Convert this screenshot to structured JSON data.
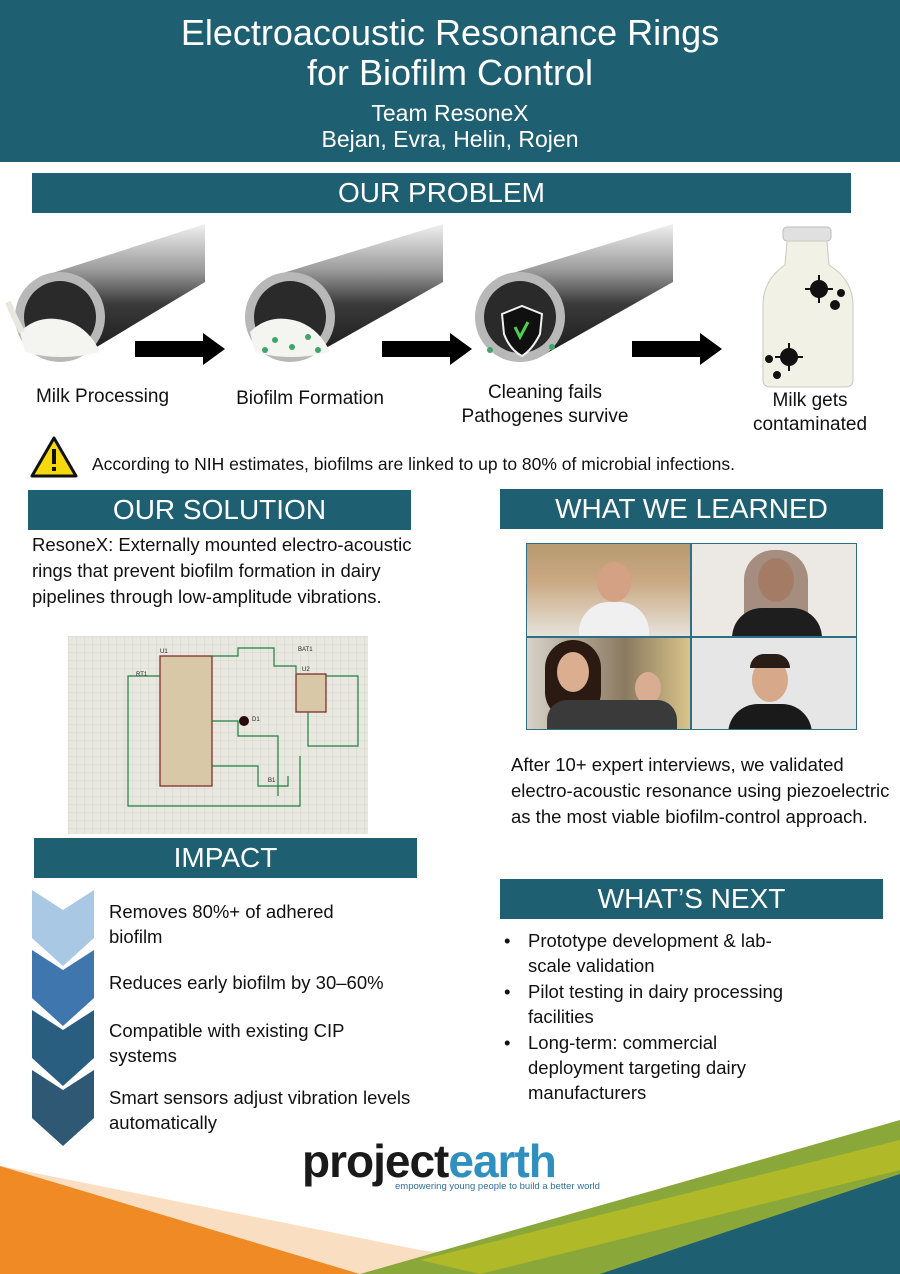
{
  "header": {
    "title_line1": "Electroacoustic Resonance Rings",
    "title_line2": "for Biofilm Control",
    "team": "Team ResoneX",
    "members": "Bejan, Evra, Helin, Rojen"
  },
  "problem": {
    "heading": "OUR PROBLEM",
    "steps": [
      {
        "label": "Milk Processing"
      },
      {
        "label": "Biofilm Formation"
      },
      {
        "label_line1": "Cleaning fails",
        "label_line2": "Pathogenes survive"
      },
      {
        "label_line1": "Milk gets",
        "label_line2": "contaminated"
      }
    ],
    "warning": "According to NIH estimates, biofilms are linked to up to 80% of microbial infections."
  },
  "solution": {
    "heading": "OUR SOLUTION",
    "text": "ResoneX: Externally mounted electro-acoustic rings that prevent biofilm formation in dairy pipelines through low-amplitude vibrations.",
    "circuit_labels": {
      "u1": "U1",
      "u2": "U2",
      "bat1": "BAT1",
      "rt1": "RT1",
      "d1": "D1",
      "b1": "B1"
    }
  },
  "learned": {
    "heading": "WHAT WE LEARNED",
    "text": "After 10+ expert interviews, we validated electro-acoustic resonance using piezoelectric as the most viable biofilm-control approach."
  },
  "impact": {
    "heading": "IMPACT",
    "items": [
      {
        "line1": "Removes 80%+ of adhered",
        "line2": "biofilm",
        "color": "#a9c8e3"
      },
      {
        "line1": "Reduces early biofilm by 30–60%",
        "line2": "",
        "color": "#3f76ad"
      },
      {
        "line1": "Compatible with existing CIP",
        "line2": "systems",
        "color": "#2a5e80"
      },
      {
        "line1": "Smart sensors adjust vibration levels",
        "line2": "automatically",
        "color": "#2e5873"
      }
    ]
  },
  "next": {
    "heading": "WHAT’S NEXT",
    "items": [
      {
        "line1": "Prototype development & lab-",
        "line2": "scale validation"
      },
      {
        "line1": "Pilot testing in dairy processing",
        "line2": "facilities"
      },
      {
        "line1": "Long-term: commercial",
        "line2": "deployment targeting dairy",
        "line3": "manufacturers"
      }
    ]
  },
  "footer": {
    "logo_project": "project",
    "logo_earth": "earth",
    "tagline": "empowering young people to build a better world"
  },
  "colors": {
    "teal": "#1f5f72",
    "orange": "#f08a24",
    "green": "#8aa83a",
    "yellow": "#f5d90a"
  }
}
